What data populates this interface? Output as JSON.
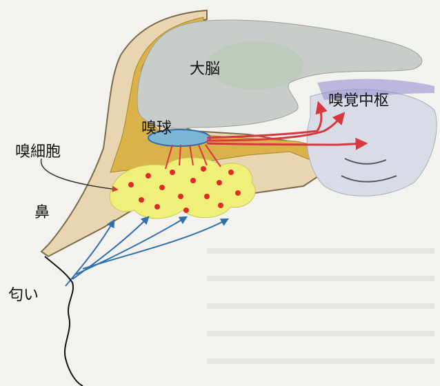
{
  "labels": {
    "cerebrum": "大脳",
    "olfactory_center": "嗅覚中枢",
    "olfactory_bulb": "嗅球",
    "olfactory_cells": "嗅細胞",
    "nose": "鼻",
    "odor": "匂い"
  },
  "colors": {
    "background": "#f3f2ee",
    "brain": "#c9cdca",
    "bone": "#d9b24a",
    "olfactory_epithelium": "#eef07a",
    "receptor_cell": "#e02a2a",
    "neural_path": "#d9373f",
    "odor_flow": "#2f6fae",
    "skin": "#e9d6b0"
  }
}
